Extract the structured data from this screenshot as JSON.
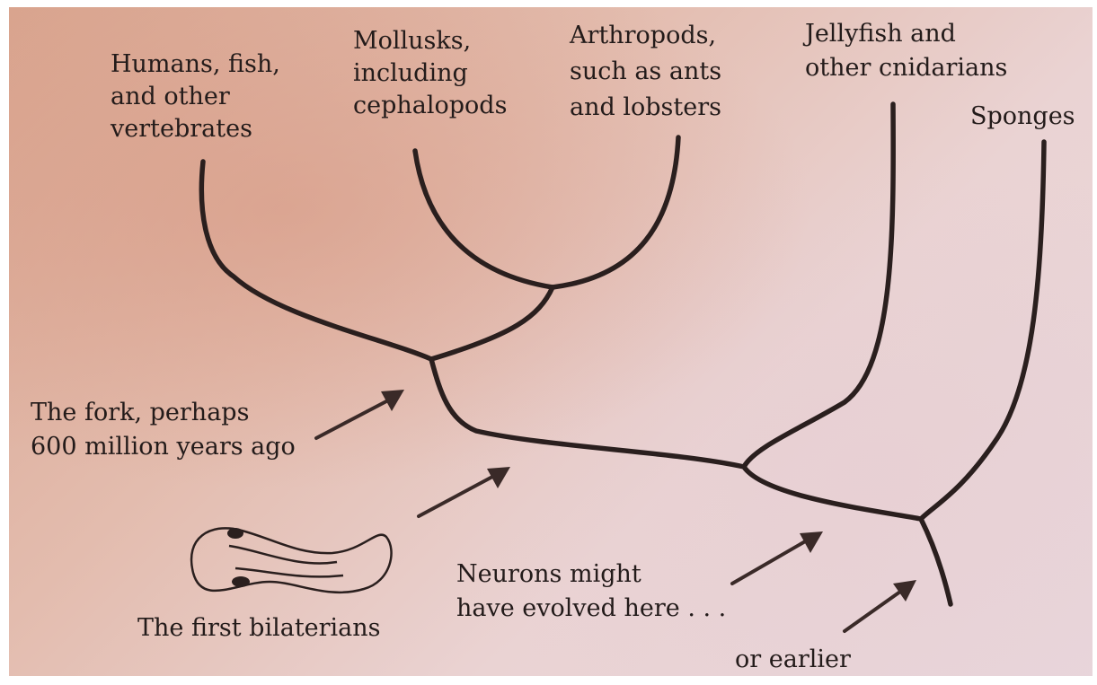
{
  "labels": {
    "vertebrates": [
      "Humans, fish,",
      "and other",
      "vertebrates"
    ],
    "mollusks": [
      "Mollusks,",
      "including",
      "cephalopods"
    ],
    "arthropods": [
      "Arthropods,",
      "such as ants",
      "and lobsters"
    ],
    "cnidarians": [
      "Jellyfish and",
      "other cnidarians"
    ],
    "sponges": [
      "Sponges"
    ],
    "fork": [
      "The fork, perhaps",
      "600 million years ago"
    ],
    "bilaterians": [
      "The first bilaterians"
    ],
    "neurons": [
      "Neurons might",
      "have evolved here . . ."
    ],
    "earlier": [
      "or earlier"
    ]
  },
  "colors": {
    "ink": "#2a1f1e",
    "paper_warm": "#d9a58f",
    "paper_cool": "#e8d6dc"
  }
}
